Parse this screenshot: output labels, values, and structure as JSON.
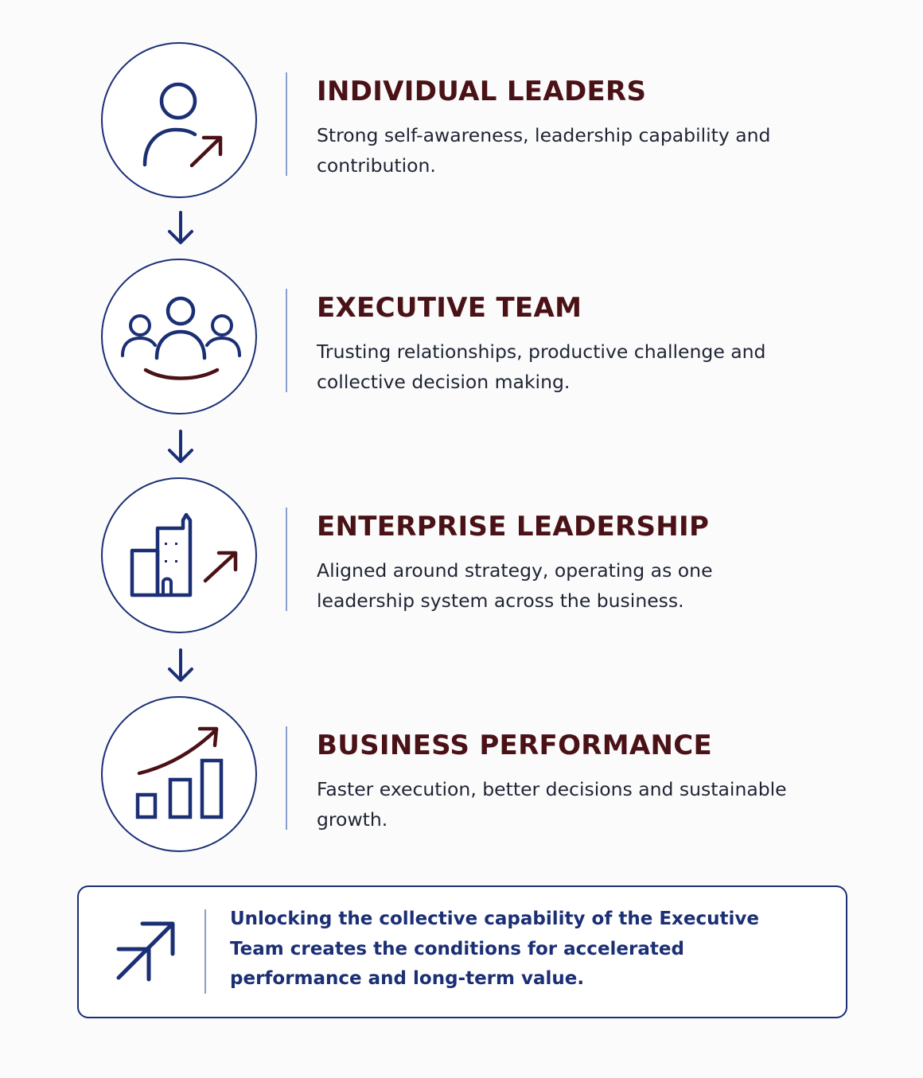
{
  "steps": [
    {
      "icon": "person-growth-icon",
      "title": "INDIVIDUAL LEADERS",
      "description": "Strong self-awareness, leadership capability and contribution."
    },
    {
      "icon": "team-icon",
      "title": "EXECUTIVE TEAM",
      "description": "Trusting relationships, productive challenge and collective decision making."
    },
    {
      "icon": "building-growth-icon",
      "title": "ENTERPRISE LEADERSHIP",
      "description": "Aligned around strategy, operating as one leadership system across the business."
    },
    {
      "icon": "bar-chart-growth-icon",
      "title": "BUSINESS PERFORMANCE",
      "description": "Faster execution, better decisions and sustainable growth."
    }
  ],
  "callout": {
    "icon": "expand-arrow-icon",
    "text": "Unlocking the collective capability of the Executive Team creates the conditions for accelerated performance and long-term value."
  },
  "colors": {
    "navy": "#1b2f74",
    "maroon": "#4a1216",
    "divider": "#8b9fcf",
    "text": "#1f2433"
  }
}
